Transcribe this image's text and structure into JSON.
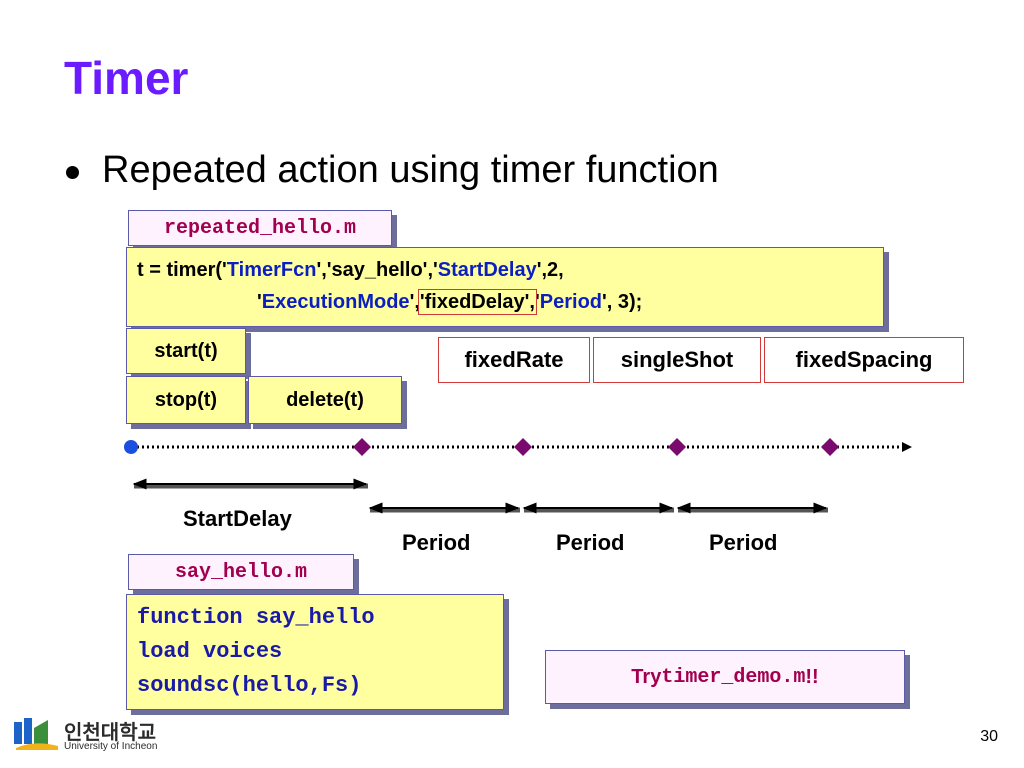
{
  "slide": {
    "title": "Timer",
    "bullet": "Repeated action using timer function",
    "page_number": "30"
  },
  "files": {
    "repeated_file": "repeated_hello.m",
    "hello_file": "say_hello.m"
  },
  "timer_code": {
    "l1_a": "t = timer('",
    "l1_b": "TimerFcn",
    "l1_c": "','say_hello','",
    "l1_d": "StartDelay",
    "l1_e": "',2,",
    "l2_a": "'",
    "l2_b": "ExecutionMode",
    "l2_c": "',",
    "l2_d": "'fixedDelay',",
    "l2_e": "'",
    "l2_f": "Period",
    "l2_g": "', 3);"
  },
  "commands": {
    "start": "start(t)",
    "stop": "stop(t)",
    "delete": "delete(t)"
  },
  "execution_modes": [
    "fixedRate",
    "singleShot",
    "fixedSpacing"
  ],
  "timeline": {
    "start_delay": "StartDelay",
    "period": "Period"
  },
  "hello_code": {
    "line1": "function say_hello",
    "line2": "load voices",
    "line3": "soundsc(hello,Fs)"
  },
  "try": {
    "prefix": "Try ",
    "file": "timer_demo.m",
    "suffix": "!!"
  },
  "logo": {
    "korean": "인천대학교",
    "english": "University of Incheon"
  },
  "colors": {
    "title": "#6a1bff",
    "highlight_blue": "#0b1fc0",
    "label_text": "#a2004f",
    "yellow_box": "#ffffa0",
    "marker": "#7a0a6e",
    "start_dot": "#1a4fe0"
  }
}
